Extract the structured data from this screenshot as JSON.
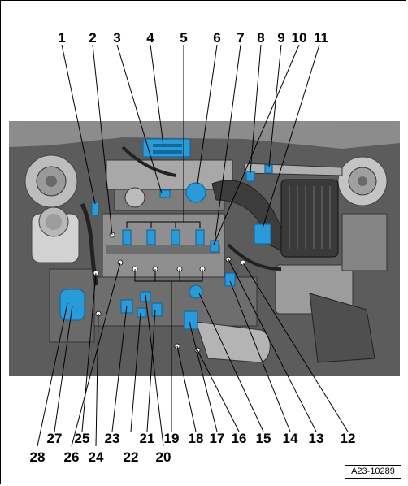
{
  "top_callouts": [
    "1",
    "2",
    "3",
    "4",
    "5",
    "6",
    "7",
    "8",
    "9",
    "10",
    "11"
  ],
  "bottom_callouts": [
    "28",
    "27",
    "26",
    "25",
    "24",
    "23",
    "22",
    "21",
    "20",
    "19",
    "18",
    "17",
    "16",
    "15",
    "14",
    "13",
    "12"
  ],
  "figure_ref": "A23-10289",
  "colors": {
    "highlight": "#2b9ad8",
    "highlight_dark": "#14699c",
    "engine_bg": "#5a5a5a",
    "leader": "#000000"
  }
}
